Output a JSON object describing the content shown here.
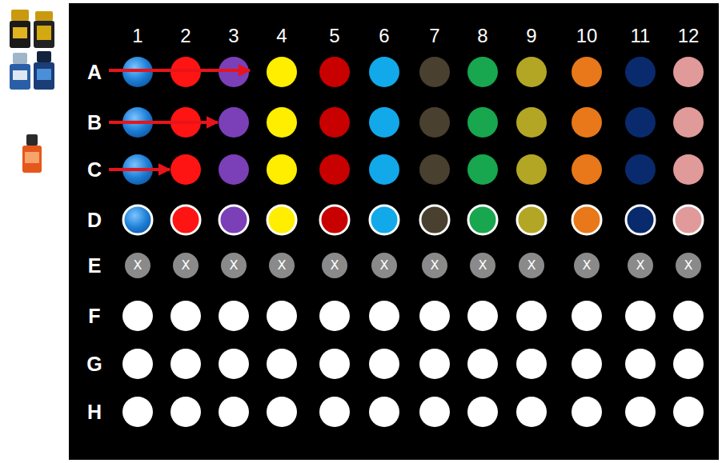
{
  "diagram": {
    "nodes": [
      {
        "text": [
          "X"
        ]
      },
      {
        "text": [
          "X"
        ]
      },
      {
        "text": [
          "X"
        ]
      },
      {
        "text": [
          "X"
        ]
      },
      {
        "text": [
          "X"
        ]
      },
      {
        "text": [
          "X"
        ]
      },
      {
        "text": [
          "X"
        ]
      },
      {
        "text": [
          "X"
        ]
      },
      {
        "text": [
          "X"
        ]
      },
      {
        "text": [
          "X"
        ]
      },
      {
        "text": [
          "X"
        ]
      },
      {
        "text": [
          "X"
        ]
      }
    ],
    "labels": [
      "1",
      "2",
      "3",
      "4",
      "5",
      "6",
      "7",
      "8",
      "9",
      "10",
      "11",
      "12",
      "A",
      "B",
      "C",
      "D",
      "E",
      "F",
      "G",
      "H"
    ]
  }
}
